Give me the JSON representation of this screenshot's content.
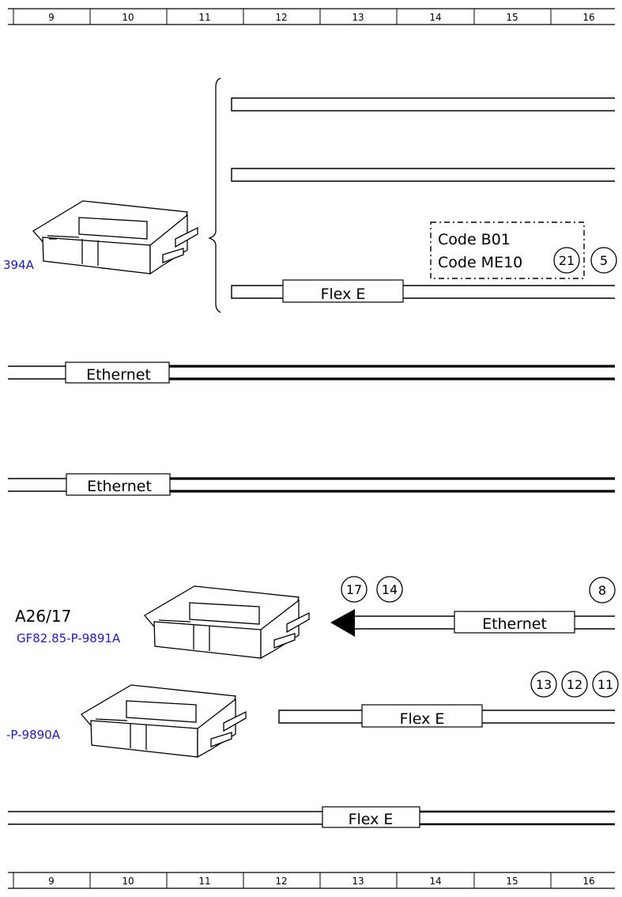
{
  "ruler": {
    "top_numbers": [
      "9",
      "10",
      "11",
      "12",
      "13",
      "14",
      "15",
      "16"
    ],
    "bottom_numbers": [
      "9",
      "10",
      "11",
      "12",
      "13",
      "14",
      "15",
      "16"
    ]
  },
  "bus_labels": {
    "flex_e_upper": "Flex E",
    "ethernet_1": "Ethernet",
    "ethernet_2": "Ethernet",
    "ethernet_3": "Ethernet",
    "flex_e_middle": "Flex E",
    "flex_e_lower": "Flex E"
  },
  "code_box": {
    "line1": "Code B01",
    "line2": "Code ME10"
  },
  "refs": {
    "c21": "21",
    "c5": "5",
    "c17": "17",
    "c14": "14",
    "c8": "8",
    "c13": "13",
    "c12": "12",
    "c11": "11"
  },
  "components": {
    "upper_ref": "394A",
    "a26_name": "A26/17",
    "a26_ref": "GF82.85-P-9891A",
    "lower_ref": "-P-9890A"
  },
  "colors": {
    "link": "#1a1ad6",
    "line": "#000000"
  }
}
